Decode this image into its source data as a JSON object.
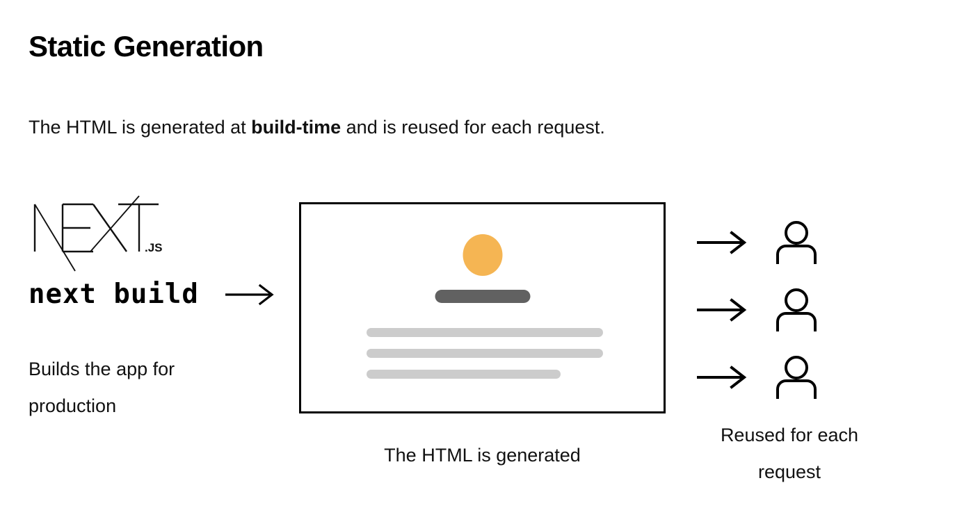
{
  "page": {
    "title": "Static Generation",
    "subtitle": {
      "before": "The HTML is generated at ",
      "emphasis": "build-time",
      "after": " and is reused for each request."
    },
    "background_color": "#ffffff",
    "text_color": "#000000"
  },
  "left": {
    "logo_alt": "NEXT.js",
    "logo_wordmark": "NEXT",
    "logo_suffix": ".JS",
    "command": "next build",
    "arrow_glyph": "arrow-right",
    "caption": "Builds the app for production"
  },
  "center": {
    "caption": "The HTML is generated",
    "mock": {
      "border_color": "#000000",
      "avatar_color": "#F5B553",
      "heading_bar_color": "#616161",
      "text_line_color": "#CCCCCC",
      "text_line_count": 3
    }
  },
  "right": {
    "caption": "Reused for each request",
    "rows": [
      {
        "arrow": "arrow-right",
        "user": "user-icon"
      },
      {
        "arrow": "arrow-right",
        "user": "user-icon"
      },
      {
        "arrow": "arrow-right",
        "user": "user-icon"
      }
    ]
  }
}
